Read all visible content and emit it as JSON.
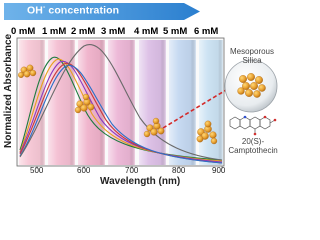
{
  "banner": {
    "label": "OH",
    "superscript": "-",
    "suffix": " concentration",
    "color": "#3a8fd6"
  },
  "concentrations": [
    "0 mM",
    "1 mM",
    "2 mM",
    "3 mM",
    "4 mM",
    "5 mM",
    "6 mM"
  ],
  "axes": {
    "xlabel": "Wavelength (nm)",
    "ylabel": "Normalized Absorbance",
    "xticks": [
      "500",
      "600",
      "700",
      "800",
      "900"
    ]
  },
  "particle_labels": {
    "mesoporous_line1": "Mesoporous",
    "mesoporous_line2": "Silica",
    "drug": "20(S)-Camptothecin"
  },
  "colors": {
    "vial_0": "#f7c8d6",
    "vial_1": "#f5bfd2",
    "vial_2": "#f1b3cc",
    "vial_3": "#e9b4d6",
    "vial_4": "#dcbde6",
    "vial_5": "#c5d7f0",
    "vial_6": "#c9e1f2",
    "curves": [
      "#1d7a3e",
      "#e8a020",
      "#8a3ac0",
      "#c83a3a",
      "#2a6fc8",
      "#6a6a6a"
    ]
  }
}
